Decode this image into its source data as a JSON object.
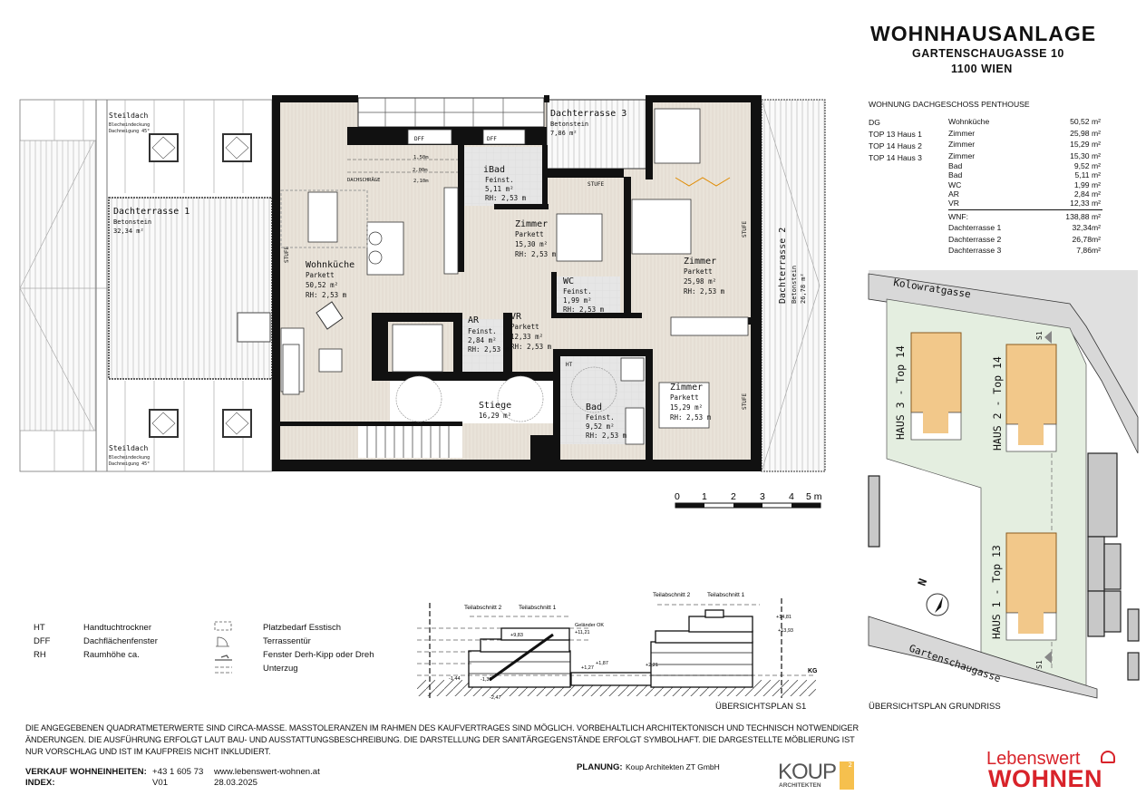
{
  "header": {
    "title": "WOHNHAUSANLAGE",
    "street": "GARTENSCHAUGASSE 10",
    "city": "1100 WIEN"
  },
  "summary": {
    "heading": "WOHNUNG DACHGESCHOSS PENTHOUSE",
    "units": [
      "DG",
      "TOP 13 Haus 1",
      "TOP 14 Haus 2",
      "TOP 14 Haus 3"
    ],
    "rooms": [
      {
        "name": "Wohnküche",
        "area": "50,52 m²"
      },
      {
        "name": "Zimmer",
        "area": "25,98 m²"
      },
      {
        "name": "Zimmer",
        "area": "15,29 m²"
      },
      {
        "name": "Zimmer",
        "area": "15,30 m²"
      },
      {
        "name": "Bad",
        "area": "9,52 m²"
      },
      {
        "name": "Bad",
        "area": "5,11 m²"
      },
      {
        "name": "WC",
        "area": "1,99 m²"
      },
      {
        "name": "AR",
        "area": "2,84 m²"
      },
      {
        "name": "VR",
        "area": "12,33 m²"
      }
    ],
    "total": {
      "name": "WNF:",
      "area": "138,88 m²"
    },
    "terraces": [
      {
        "name": "Dachterrasse 1",
        "area": "32,34m²"
      },
      {
        "name": "Dachterrasse 2",
        "area": "26,78m²"
      },
      {
        "name": "Dachterrasse 3",
        "area": "7,86m²"
      }
    ]
  },
  "plan": {
    "wohnkueche": {
      "name": "Wohnküche",
      "floor": "Parkett",
      "area": "50,52 m²",
      "rh": "RH: 2,53 m"
    },
    "ibad": {
      "name": "iBad",
      "floor": "Feinst.",
      "area": "5,11 m²",
      "rh": "RH: 2,53 m"
    },
    "zimmer1": {
      "name": "Zimmer",
      "floor": "Parkett",
      "area": "15,30 m²",
      "rh": "RH: 2,53 m"
    },
    "wc": {
      "name": "WC",
      "floor": "Feinst.",
      "area": "1,99 m²",
      "rh": "RH: 2,53 m"
    },
    "ar": {
      "name": "AR",
      "floor": "Feinst.",
      "area": "2,84 m²",
      "rh": "RH: 2,53 m"
    },
    "vr": {
      "name": "VR",
      "floor": "Parkett",
      "area": "12,33 m²",
      "rh": "RH: 2,53 m"
    },
    "stiege": {
      "name": "Stiege",
      "area": "16,29 m²"
    },
    "bad": {
      "name": "Bad",
      "floor": "Feinst.",
      "area": "9,52 m²",
      "rh": "RH: 2,53 m"
    },
    "zimmer2": {
      "name": "Zimmer",
      "floor": "Parkett",
      "area": "25,98 m²",
      "rh": "RH: 2,53 m"
    },
    "zimmer3": {
      "name": "Zimmer",
      "floor": "Parkett",
      "area": "15,29 m²",
      "rh": "RH: 2,53 m"
    },
    "terrasse1": {
      "name": "Dachterrasse 1",
      "floor": "Betonstein",
      "area": "32,34 m²"
    },
    "terrasse2": {
      "name": "Dachterrasse 2",
      "floor": "Betonstein",
      "area": "26,78 m²"
    },
    "terrasse3": {
      "name": "Dachterrasse 3",
      "floor": "Betonstein",
      "area": "7,86 m²"
    },
    "steildach": {
      "name": "Steildach",
      "material": "Blecheindeckung",
      "slope": "Dachneigung 45°"
    },
    "dff": "DFF",
    "ht": "HT",
    "stufe": "STUFE",
    "dachschraege": "DACHSCHRÄGE",
    "heights": [
      "1,50m",
      "2,00m",
      "2,10m"
    ]
  },
  "scale": {
    "ticks": [
      "0",
      "1",
      "2",
      "3",
      "4",
      "5 m"
    ]
  },
  "legend": {
    "abbreviations": [
      {
        "abbr": "HT",
        "text": "Handtuchtrockner"
      },
      {
        "abbr": "DFF",
        "text": "Dachflächenfenster"
      },
      {
        "abbr": "RH",
        "text": "Raumhöhe ca."
      }
    ],
    "symbols": [
      {
        "icon": "dashed-rect-icon",
        "text": "Platzbedarf Esstisch"
      },
      {
        "icon": "door-swing-icon",
        "text": "Terrassentür"
      },
      {
        "icon": "window-icon",
        "text": "Fenster Derh-Kipp oder Dreh"
      },
      {
        "icon": "dashed-lines-icon",
        "text": "Unterzug"
      }
    ]
  },
  "section": {
    "title": "ÜBERSICHTSPLAN S1",
    "labels": [
      "Teilabschnitt 2",
      "Teilabschnitt 1"
    ],
    "levels": [
      "Geländer OK",
      "+11,21",
      "+9,83",
      "+1,87",
      "+1,27",
      "+2,21",
      "-1,44",
      "-1,39",
      "-2,47",
      "+14,81",
      "+13,93",
      "KG"
    ]
  },
  "site": {
    "title": "ÜBERSICHTSPLAN GRUNDRISS",
    "streets": [
      "Kolowratgasse",
      "Gartenschaugasse"
    ],
    "houses": [
      "HAUS 3 - Top 14",
      "HAUS 2 - Top 14",
      "HAUS 1 - Top 13"
    ],
    "section_marker": "S1",
    "north": "N",
    "colors": {
      "plot": "#e4eee0",
      "building": "#f2c88a",
      "road": "#d8d8d8"
    }
  },
  "disclaimer": "DIE ANGEGEBENEN QUADRATMETERWERTE SIND CIRCA-MASSE. MASSTOLERANZEN IM RAHMEN DES KAUFVERTRAGES SIND MÖGLICH. VORBEHALTLICH ARCHITEKTONISCH UND TECHNISCH NOTWENDIGER ÄNDERUNGEN. DIE AUSFÜHRUNG ERFOLGT LAUT BAU- UND AUSSTATTUNGSBESCHREIBUNG. DIE DARSTELLUNG DER SANITÄRGEGENSTÄNDE ERFOLGT SYMBOLHAFT. DIE DARGESTELLTE MÖBLIERUNG IST NUR VORSCHLAG UND IST IM KAUFPREIS NICHT INKLUDIERT.",
  "footer": {
    "sales_label": "VERKAUF WOHNEINHEITEN:",
    "phone": "+43 1 605 73",
    "website": "www.lebenswert-wohnen.at",
    "index_label": "INDEX:",
    "index": "V01",
    "date": "28.03.2025",
    "planning_label": "PLANUNG:",
    "planner": "Koup Architekten ZT GmbH"
  },
  "logos": {
    "koup": {
      "name": "KOUP",
      "sub": "ARCHITEKTEN",
      "mark": "2",
      "color": "#f6c04e"
    },
    "lebenswert": {
      "line1": "Lebenswert",
      "line2": "WOHNEN",
      "color": "#d8232a"
    }
  }
}
